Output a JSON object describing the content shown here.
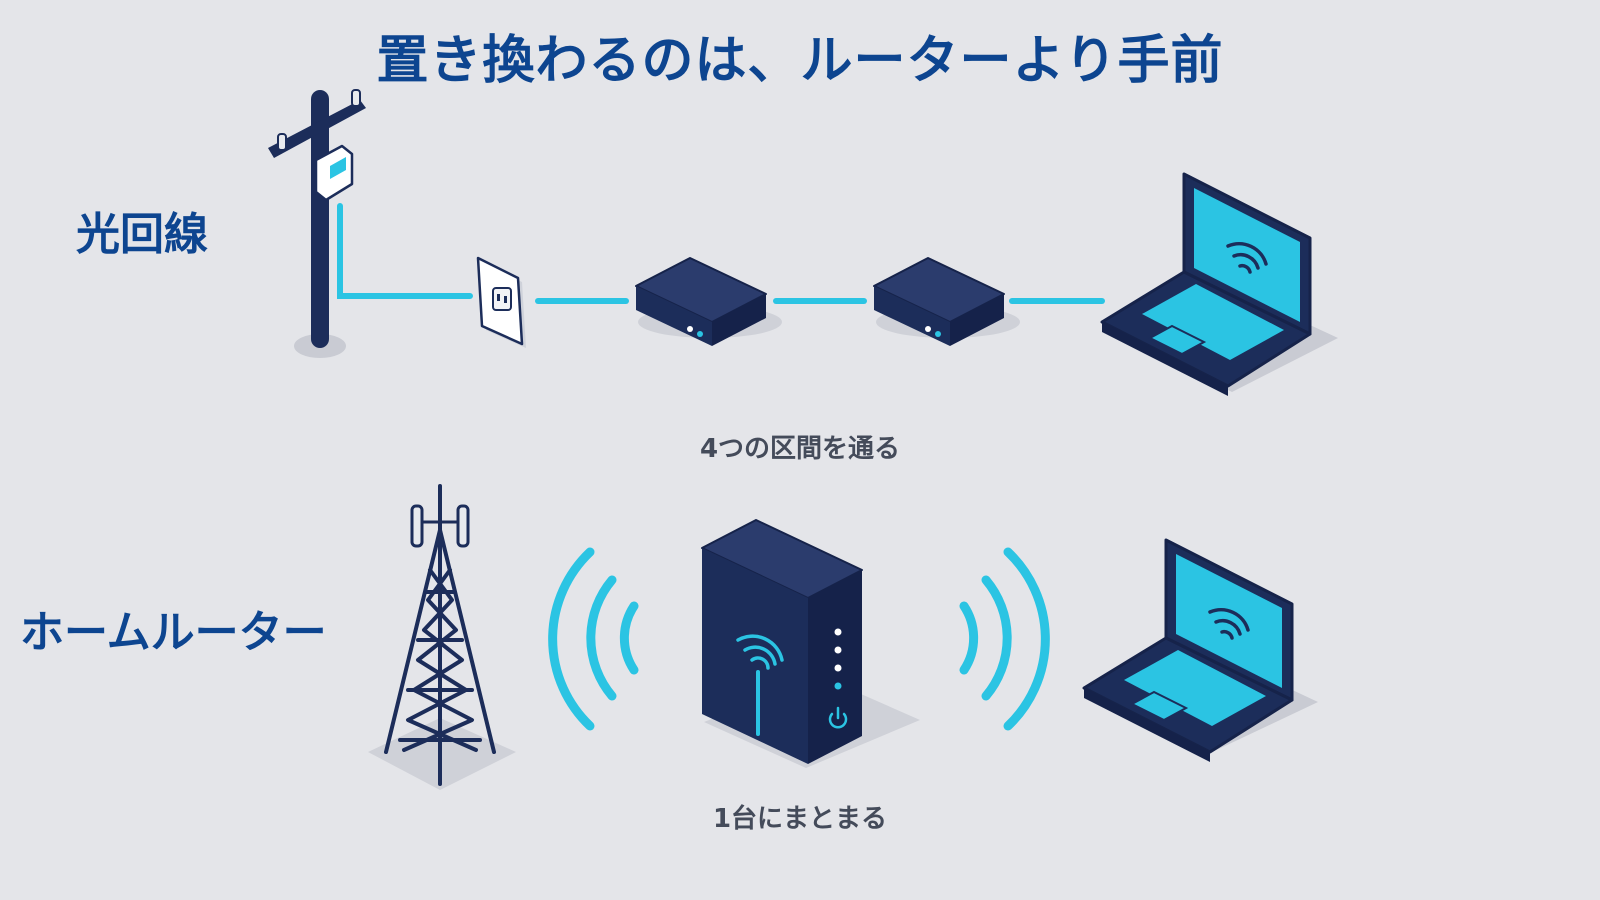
{
  "title": "置き換わるのは、ルーターより手前",
  "rows": {
    "fiber": {
      "label": "光回線",
      "caption": "4つの区間を通る"
    },
    "home_router": {
      "label": "ホームルーター",
      "caption": "1台にまとまる"
    }
  },
  "colors": {
    "navy": "#1c2d5a",
    "cyan": "#2bc4e3",
    "title_blue": "#0d4590",
    "caption_gray": "#444b5a",
    "background": "#e4e5e9"
  },
  "icons": [
    "utility-pole-icon",
    "onu-box-icon",
    "wall-outlet-icon",
    "modem-icon",
    "router-icon",
    "laptop-icon",
    "cell-tower-icon",
    "home-router-icon",
    "wifi-icon",
    "power-icon"
  ]
}
